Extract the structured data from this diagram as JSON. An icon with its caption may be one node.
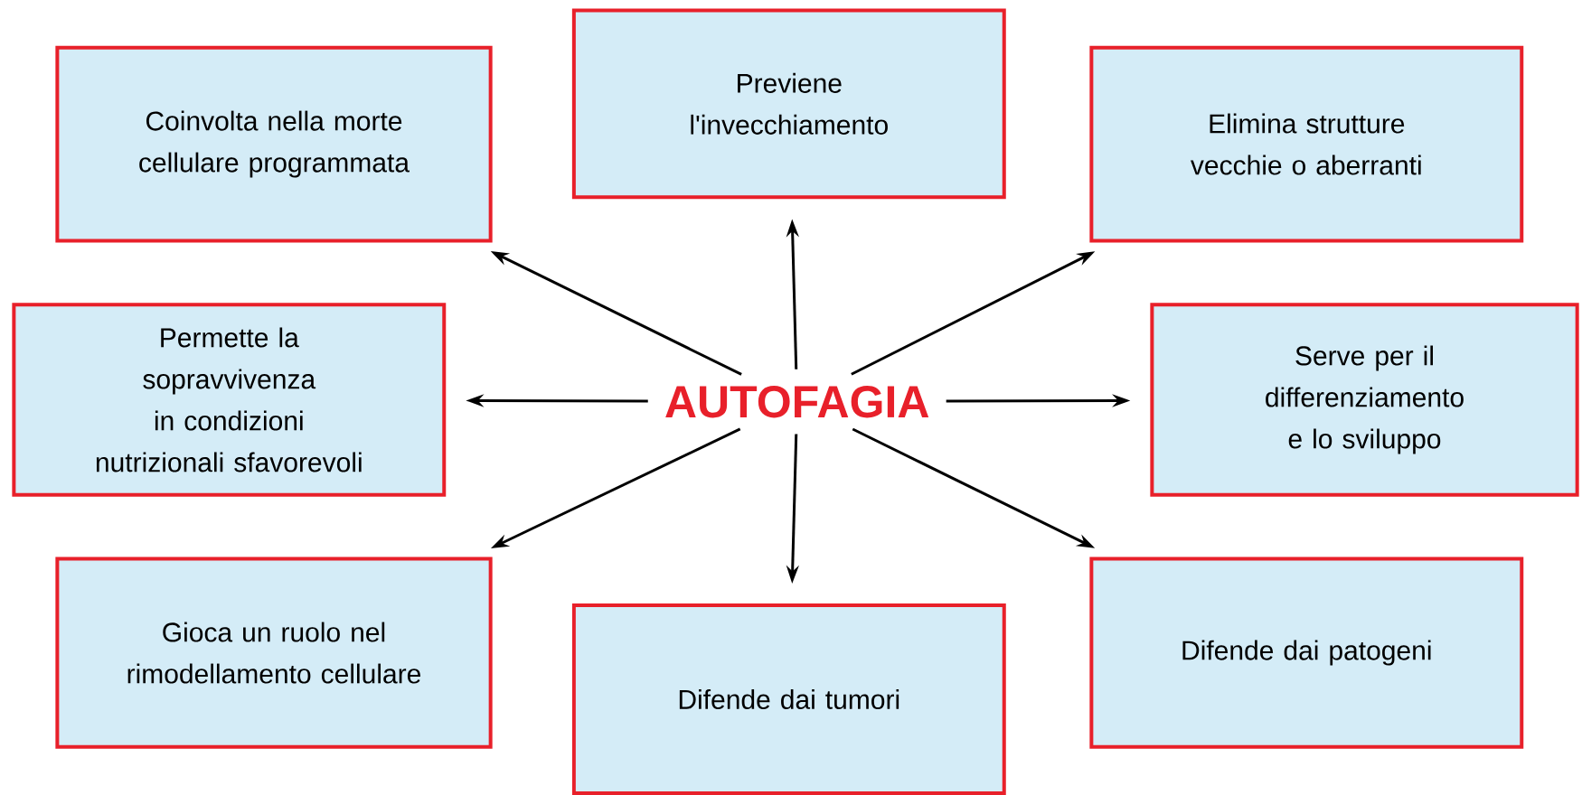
{
  "diagram": {
    "nodes": [
      {
        "text": [
          "Coinvolta nella morte cellulare programmata"
        ]
      },
      {
        "text": [
          "Previene l'invecchiamento"
        ]
      },
      {
        "text": [
          "Elimina strutture vecchie o aberranti"
        ]
      },
      {
        "text": [
          "Permette la sopravvivenza in condizioni nutrizionali sfavorevoli"
        ]
      },
      {
        "text": [
          "AUTOFAGIA"
        ]
      },
      {
        "text": [
          "Serve per il differenziamento e lo sviluppo"
        ]
      },
      {
        "text": [
          "Gioca un ruolo nel rimodellamento cellulare"
        ]
      },
      {
        "text": [
          "Difende dai tumori"
        ]
      },
      {
        "text": [
          "Difende dai patogeni"
        ]
      }
    ],
    "edges": [
      {
        "from": 4,
        "to": 0,
        "arrow": "to"
      },
      {
        "from": 4,
        "to": 1,
        "arrow": "to"
      },
      {
        "from": 4,
        "to": 2,
        "arrow": "to"
      },
      {
        "from": 4,
        "to": 3,
        "arrow": "to"
      },
      {
        "from": 4,
        "to": 5,
        "arrow": "to"
      },
      {
        "from": 4,
        "to": 6,
        "arrow": "to"
      },
      {
        "from": 4,
        "to": 7,
        "arrow": "to"
      },
      {
        "from": 4,
        "to": 8,
        "arrow": "to"
      }
    ]
  }
}
